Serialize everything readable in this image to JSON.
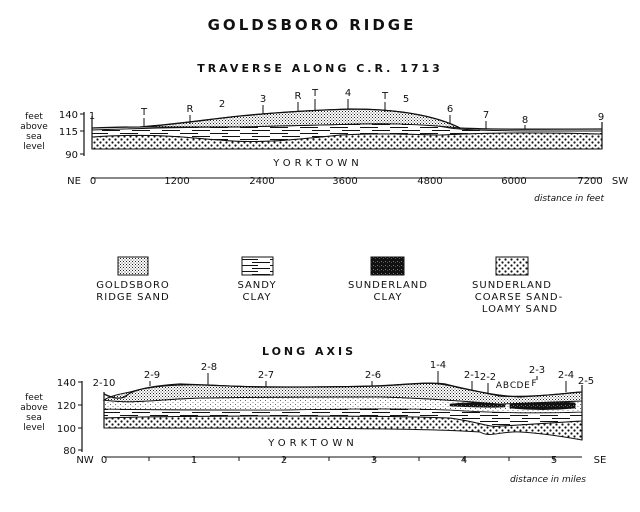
{
  "title": "GOLDSBORO RIDGE",
  "traverse": {
    "subtitle": "TRAVERSE ALONG C.R. 1713",
    "y_label": [
      "feet",
      "above",
      "sea",
      "level"
    ],
    "y_ticks": [
      "140",
      "115",
      "90"
    ],
    "x_ticks": [
      "0",
      "1200",
      "2400",
      "3600",
      "4800",
      "6000",
      "7200"
    ],
    "left_dir": "NE",
    "right_dir": "SW",
    "x_label": "distance  in  feet",
    "unit_label": "YORKTOWN",
    "sections": [
      "1",
      "T",
      "R",
      "2",
      "3",
      "R",
      "T",
      "4",
      "T",
      "5",
      "6",
      "7",
      "8",
      "9"
    ]
  },
  "legend": [
    {
      "pattern": "goldsboro",
      "label_lines": [
        "GOLDSBORO",
        "RIDGE  SAND"
      ]
    },
    {
      "pattern": "sandyclay",
      "label_lines": [
        "SANDY",
        "CLAY"
      ]
    },
    {
      "pattern": "sunderlandclay",
      "label_lines": [
        "SUNDERLAND",
        "CLAY"
      ]
    },
    {
      "pattern": "coarse",
      "label_lines": [
        "SUNDERLAND",
        "COARSE   SAND-",
        "LOAMY  SAND"
      ]
    }
  ],
  "long_axis": {
    "subtitle": "LONG  AXIS",
    "y_label": [
      "feet",
      "above",
      "sea",
      "level"
    ],
    "y_ticks": [
      "140",
      "120",
      "100",
      "80"
    ],
    "x_ticks": [
      "0",
      "1",
      "2",
      "3",
      "4",
      "5"
    ],
    "left_dir": "NW",
    "right_dir": "SE",
    "x_label": "distance  in  miles",
    "unit_label": "YORKTOWN",
    "sections": [
      "2-10",
      "2-9",
      "2-8",
      "2-7",
      "2-6",
      "1-4",
      "2-1",
      "2-2",
      "A",
      "B",
      "C",
      "D",
      "E",
      "F",
      "2-3",
      "2-4",
      "2-5"
    ]
  }
}
